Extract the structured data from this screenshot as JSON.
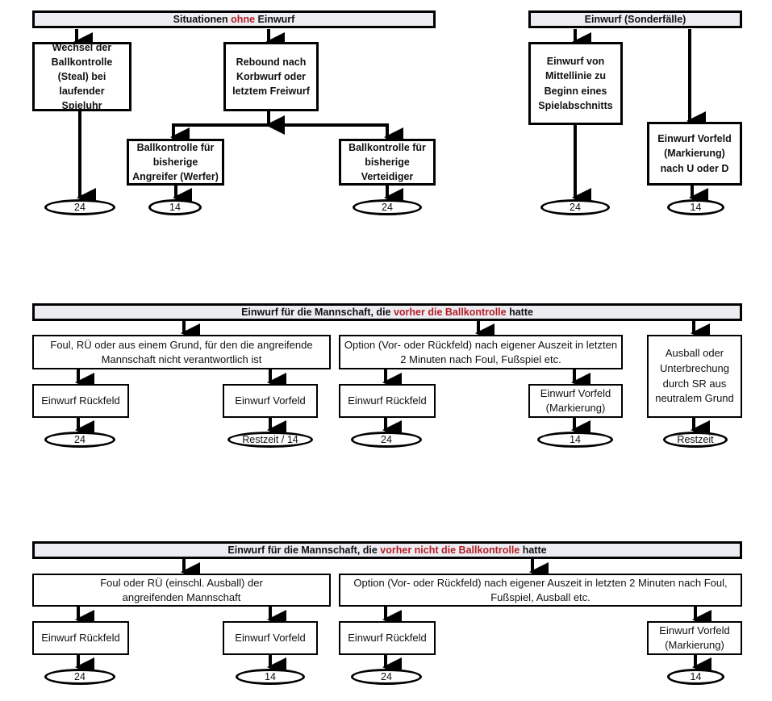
{
  "colors": {
    "highlight": "#b41e23",
    "header_bg": "#ececf2",
    "line": "#000000"
  },
  "top_left": {
    "header": {
      "pre": "Situationen ",
      "hl": "ohne",
      "post": " Einwurf"
    },
    "steal": "Wechsel der Ballkontrolle (Steal) bei laufender Spieluhr",
    "rebound": "Rebound nach Korbwurf oder letztem Freiwurf",
    "attacker": "Ballkontrolle für bisherige Angreifer (Werfer)",
    "defender": "Ballkontrolle für bisherige Verteidiger",
    "ovals": [
      "24",
      "14",
      "24"
    ]
  },
  "top_right": {
    "header": "Einwurf (Sonderfälle)",
    "midline": "Einwurf von Mittellinie zu Beginn eines Spielabschnitts",
    "frontcourt": "Einwurf Vorfeld (Markierung) nach U oder D",
    "ovals": [
      "24",
      "14"
    ]
  },
  "middle": {
    "header": {
      "pre": "Einwurf für die Mannschaft, die ",
      "hl": "vorher die Ballkontrolle",
      "post": " hatte"
    },
    "group1": "Foul, RÜ oder aus einem Grund, für den die angreifende Mannschaft nicht verantwortlich ist",
    "group2": "Option (Vor- oder Rückfeld) nach eigener Auszeit in letzten 2 Minuten nach Foul, Fußspiel etc.",
    "group3": "Ausball oder Unterbrechung durch SR aus neutralem Grund",
    "backcourt1": "Einwurf Rückfeld",
    "frontcourt1": "Einwurf Vorfeld",
    "backcourt2": "Einwurf Rückfeld",
    "frontcourt2": "Einwurf Vorfeld (Markierung)",
    "ovals": [
      "24",
      "Restzeit / 14",
      "24",
      "14",
      "Restzeit"
    ]
  },
  "bottom": {
    "header": {
      "pre": "Einwurf für die Mannschaft, die ",
      "hl": "vorher nicht die Ballkontrolle",
      "post": " hatte"
    },
    "group1": "Foul oder RÜ (einschl. Ausball) der angreifenden Mannschaft",
    "group2": "Option (Vor- oder Rückfeld) nach eigener Auszeit in letzten 2 Minuten nach Foul, Fußspiel, Ausball etc.",
    "backcourt1": "Einwurf Rückfeld",
    "frontcourt1": "Einwurf Vorfeld",
    "backcourt2": "Einwurf Rückfeld",
    "frontcourt2": "Einwurf Vorfeld (Markierung)",
    "ovals": [
      "24",
      "14",
      "24",
      "14"
    ]
  }
}
